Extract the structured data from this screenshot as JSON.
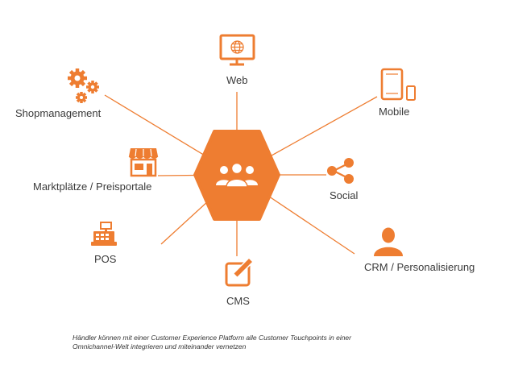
{
  "theme": {
    "accent": "#ee7d31",
    "line": "#ee7d31",
    "text": "#3a3a3a"
  },
  "center": {
    "icon": "people-group-icon"
  },
  "nodes": {
    "web": {
      "label": "Web",
      "icon": "monitor-globe-icon"
    },
    "mobile": {
      "label": "Mobile",
      "icon": "tablet-phone-icon"
    },
    "social": {
      "label": "Social",
      "icon": "share-icon"
    },
    "crm": {
      "label": "CRM / Personalisierung",
      "icon": "person-icon"
    },
    "cms": {
      "label": "CMS",
      "icon": "edit-icon"
    },
    "pos": {
      "label": "POS",
      "icon": "cash-register-icon"
    },
    "marketplaces": {
      "label": "Marktplätze / Preisportale",
      "icon": "storefront-icon"
    },
    "shop": {
      "label": "Shopmanagement",
      "icon": "gears-icon"
    }
  },
  "caption": {
    "line1": "Händler können mit einer Customer Experience Platform alle Customer Touchpoints in einer",
    "line2": "Omnichannel-Welt integrieren und miteinander vernetzen"
  }
}
